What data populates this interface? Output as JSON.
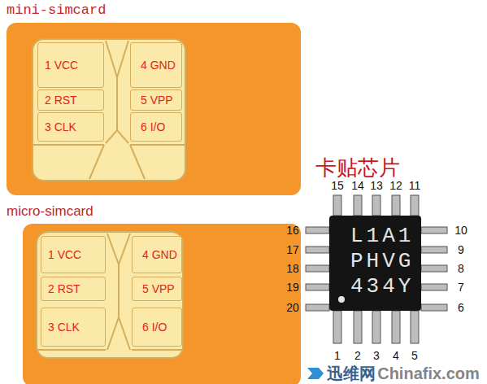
{
  "diagram": {
    "nodes": [
      {
        "text": [
          "mini-simcard"
        ]
      },
      {
        "text": [
          "1 VCC"
        ],
        "in": 0
      },
      {
        "text": [
          "4 GND"
        ],
        "in": 0
      },
      {
        "text": [
          "2 RST"
        ],
        "in": 0
      },
      {
        "text": [
          "5 VPP"
        ],
        "in": 0
      },
      {
        "text": [
          "3 CLK"
        ],
        "in": 0
      },
      {
        "text": [
          "6 I/O"
        ],
        "in": 0
      },
      {
        "text": [
          "micro-simcard"
        ]
      },
      {
        "text": [
          "1 VCC"
        ],
        "in": 7
      },
      {
        "text": [
          "4 GND"
        ],
        "in": 7
      },
      {
        "text": [
          "2 RST"
        ],
        "in": 7
      },
      {
        "text": [
          "5 VPP"
        ],
        "in": 7
      },
      {
        "text": [
          "3 CLK"
        ],
        "in": 7
      },
      {
        "text": [
          "6 I/O"
        ],
        "in": 7
      },
      {
        "text": [
          "卡贴芯片",
          "L1A1 PHVG 434Y"
        ]
      }
    ],
    "labels": [
      "15",
      "14",
      "13",
      "12",
      "11",
      "16",
      "17",
      "18",
      "19",
      "20",
      "10",
      "9",
      "8",
      "7",
      "6",
      "1",
      "2",
      "3",
      "4",
      "5",
      "迅维网",
      "Chinafix.com"
    ]
  }
}
